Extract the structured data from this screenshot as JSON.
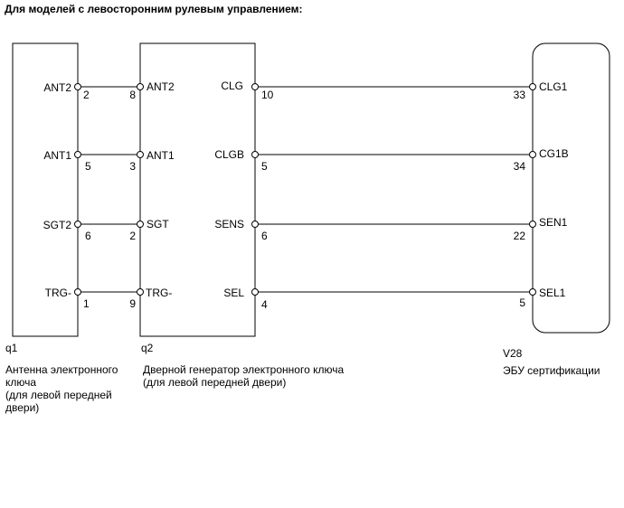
{
  "title": "Для моделей с левосторонним рулевым управлением:",
  "components": {
    "q1": {
      "ref": "q1",
      "desc": [
        "Антенна электронного",
        "ключа",
        "(для левой передней",
        "двери)"
      ],
      "pins": [
        {
          "label": "ANT2",
          "num": "2"
        },
        {
          "label": "ANT1",
          "num": "5"
        },
        {
          "label": "SGT2",
          "num": "6"
        },
        {
          "label": "TRG-",
          "num": "1"
        }
      ]
    },
    "q2": {
      "ref": "q2",
      "desc": [
        "Дверной генератор электронного ключа",
        "(для левой передней двери)"
      ],
      "left_pins": [
        {
          "label": "ANT2",
          "num": "8"
        },
        {
          "label": "ANT1",
          "num": "3"
        },
        {
          "label": "SGT",
          "num": "2"
        },
        {
          "label": "TRG-",
          "num": "9"
        }
      ],
      "right_pins": [
        {
          "label": "CLG",
          "num": "10"
        },
        {
          "label": "CLGB",
          "num": "5"
        },
        {
          "label": "SENS",
          "num": "6"
        },
        {
          "label": "SEL",
          "num": "4"
        }
      ]
    },
    "v28": {
      "ref": "V28",
      "desc": [
        "ЭБУ сертификации"
      ],
      "pins": [
        {
          "label": "CLG1",
          "num": "33"
        },
        {
          "label": "CG1B",
          "num": "34"
        },
        {
          "label": "SEN1",
          "num": "22"
        },
        {
          "label": "SEL1",
          "num": "5"
        }
      ]
    }
  }
}
